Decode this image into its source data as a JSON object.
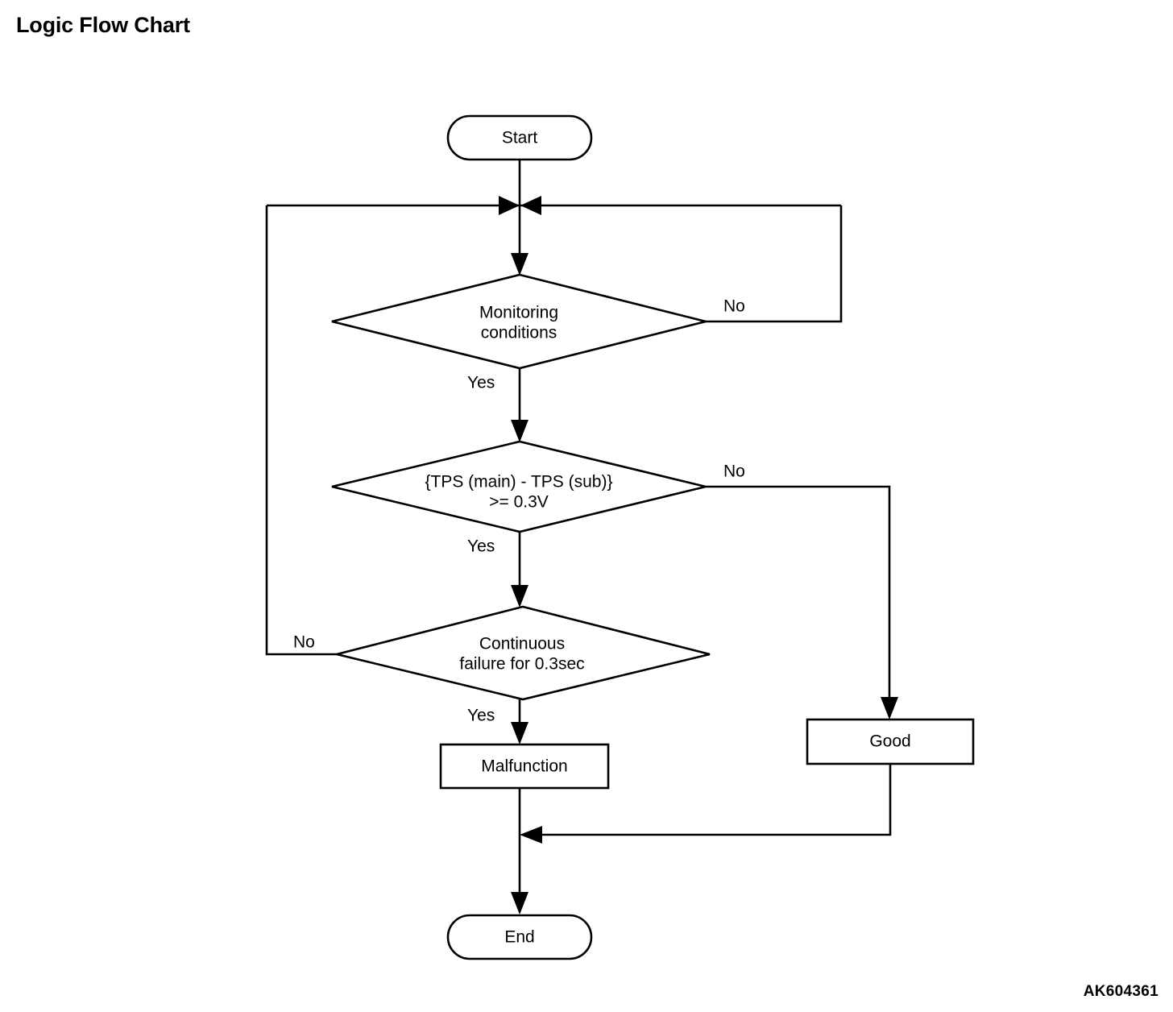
{
  "page": {
    "title": "Logic Flow Chart",
    "figure_code": "AK604361",
    "background_color": "#ffffff",
    "line_color": "#000000"
  },
  "chart_data": {
    "type": "flowchart",
    "title": "Logic Flow Chart",
    "nodes": [
      {
        "id": "start",
        "shape": "stadium",
        "label": "Start"
      },
      {
        "id": "monitoring",
        "shape": "diamond",
        "label_line1": "Monitoring",
        "label_line2": "conditions"
      },
      {
        "id": "tps",
        "shape": "diamond",
        "label_line1": "{TPS (main) - TPS (sub)}",
        "label_line2": ">= 0.3V"
      },
      {
        "id": "continuous",
        "shape": "diamond",
        "label_line1": "Continuous",
        "label_line2": "failure for 0.3sec"
      },
      {
        "id": "malfunction",
        "shape": "rectangle",
        "label": "Malfunction"
      },
      {
        "id": "good",
        "shape": "rectangle",
        "label": "Good"
      },
      {
        "id": "end",
        "shape": "stadium",
        "label": "End"
      }
    ],
    "edges": [
      {
        "from": "start",
        "to": "monitoring",
        "label": ""
      },
      {
        "from": "monitoring",
        "to": "tps",
        "label": "Yes"
      },
      {
        "from": "monitoring",
        "to": "start-join",
        "label": "No"
      },
      {
        "from": "tps",
        "to": "continuous",
        "label": "Yes"
      },
      {
        "from": "tps",
        "to": "good",
        "label": "No"
      },
      {
        "from": "continuous",
        "to": "malfunction",
        "label": "Yes"
      },
      {
        "from": "continuous",
        "to": "start-join",
        "label": "No"
      },
      {
        "from": "malfunction",
        "to": "end",
        "label": ""
      },
      {
        "from": "good",
        "to": "end",
        "label": ""
      }
    ],
    "edge_labels": {
      "monitoring_yes": "Yes",
      "monitoring_no": "No",
      "tps_yes": "Yes",
      "tps_no": "No",
      "continuous_yes": "Yes",
      "continuous_no": "No"
    }
  }
}
